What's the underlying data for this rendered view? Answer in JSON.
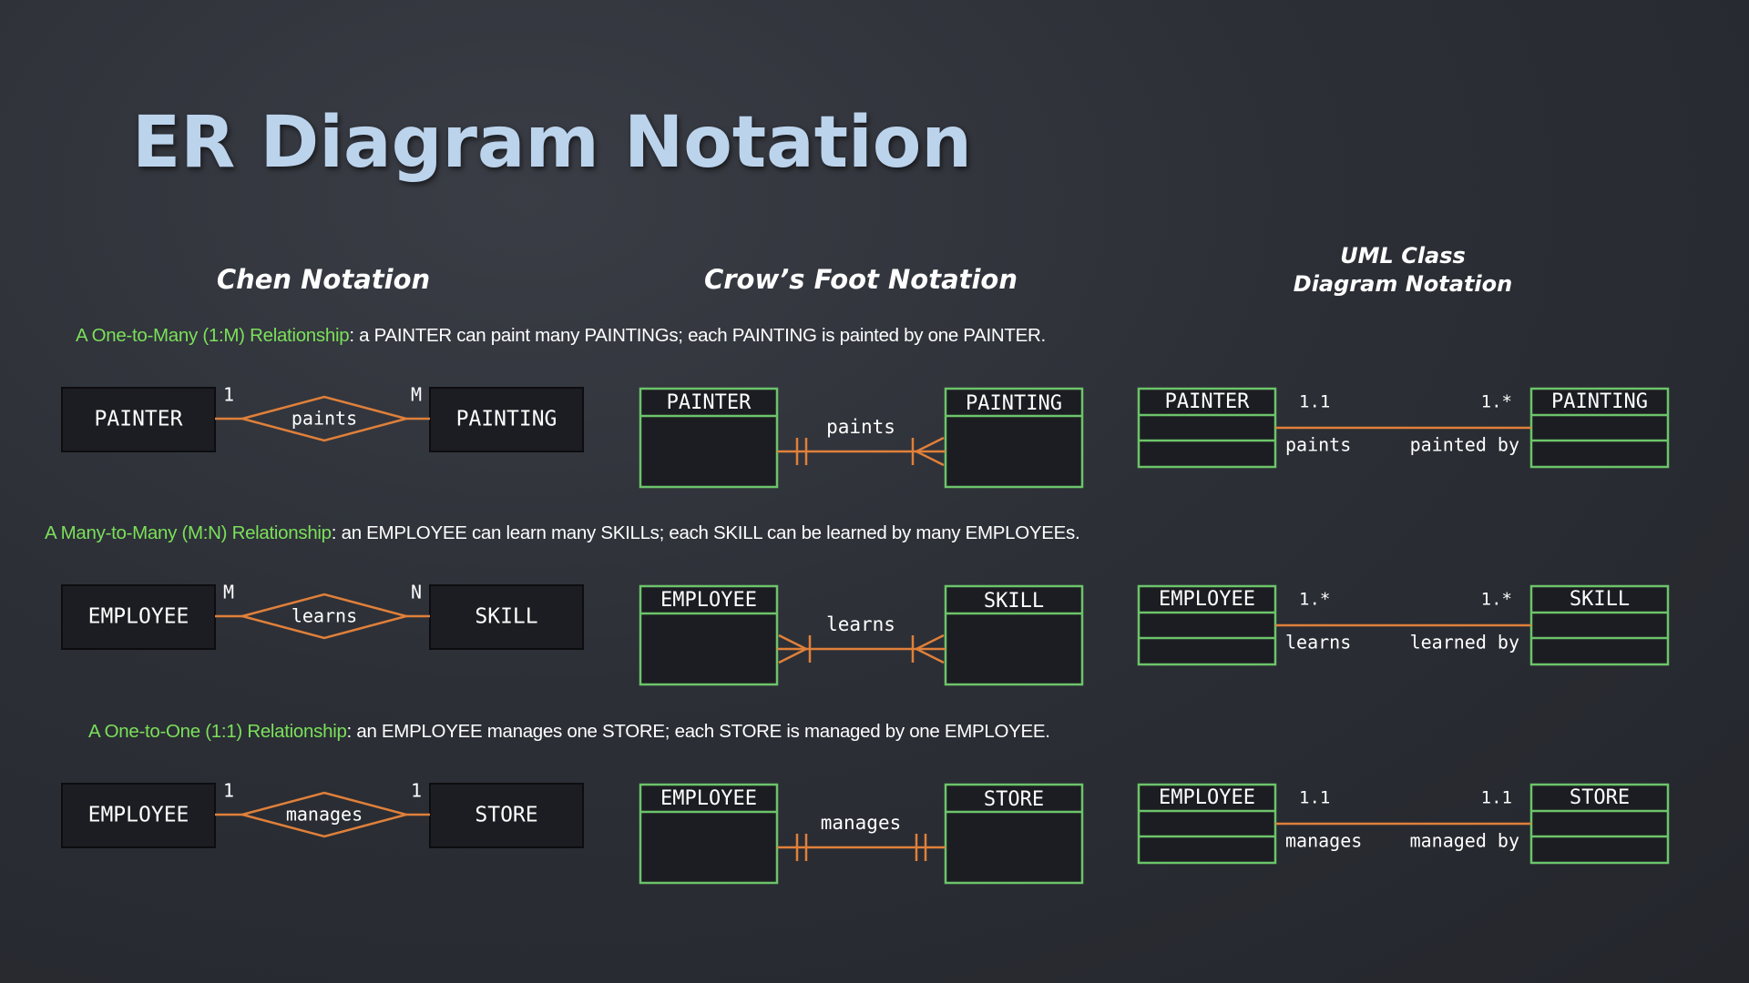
{
  "title": "ER Diagram Notation",
  "columns": {
    "chen": "Chen Notation",
    "crows": "Crow’s Foot Notation",
    "uml_line1": "UML Class",
    "uml_line2": "Diagram Notation"
  },
  "colors": {
    "title": "#bcd3ec",
    "highlight": "#7be05a",
    "entity_border": "#6cc46a",
    "relationship": "#e0803a",
    "entity_fill": "#1c1d22"
  },
  "rows": [
    {
      "desc_highlight": "A One-to-Many (1:M) Relationship",
      "desc_rest": ": a PAINTER can paint many PAINTINGs; each PAINTING is painted by one PAINTER.",
      "chen": {
        "left": "PAINTER",
        "right": "PAINTING",
        "rel": "paints",
        "left_card": "1",
        "right_card": "M"
      },
      "crows": {
        "left": "PAINTER",
        "right": "PAINTING",
        "label": "paints",
        "left_end": "one-and-only-one",
        "right_end": "one-or-many"
      },
      "uml": {
        "left": "PAINTER",
        "right": "PAINTING",
        "left_mult": "1.1",
        "right_mult": "1.*",
        "left_role": "paints",
        "right_role": "painted by"
      }
    },
    {
      "desc_highlight": "A Many-to-Many (M:N) Relationship",
      "desc_rest": ": an EMPLOYEE can learn many SKILLs; each SKILL can be learned by many EMPLOYEEs.",
      "chen": {
        "left": "EMPLOYEE",
        "right": "SKILL",
        "rel": "learns",
        "left_card": "M",
        "right_card": "N"
      },
      "crows": {
        "left": "EMPLOYEE",
        "right": "SKILL",
        "label": "learns",
        "left_end": "one-or-many",
        "right_end": "one-or-many"
      },
      "uml": {
        "left": "EMPLOYEE",
        "right": "SKILL",
        "left_mult": "1.*",
        "right_mult": "1.*",
        "left_role": "learns",
        "right_role": "learned by"
      }
    },
    {
      "desc_highlight": "A One-to-One (1:1) Relationship",
      "desc_rest": ": an EMPLOYEE manages one STORE; each STORE is managed by one EMPLOYEE.",
      "chen": {
        "left": "EMPLOYEE",
        "right": "STORE",
        "rel": "manages",
        "left_card": "1",
        "right_card": "1"
      },
      "crows": {
        "left": "EMPLOYEE",
        "right": "STORE",
        "label": "manages",
        "left_end": "one-and-only-one",
        "right_end": "one-and-only-one"
      },
      "uml": {
        "left": "EMPLOYEE",
        "right": "STORE",
        "left_mult": "1.1",
        "right_mult": "1.1",
        "left_role": "manages",
        "right_role": "managed by"
      }
    }
  ]
}
